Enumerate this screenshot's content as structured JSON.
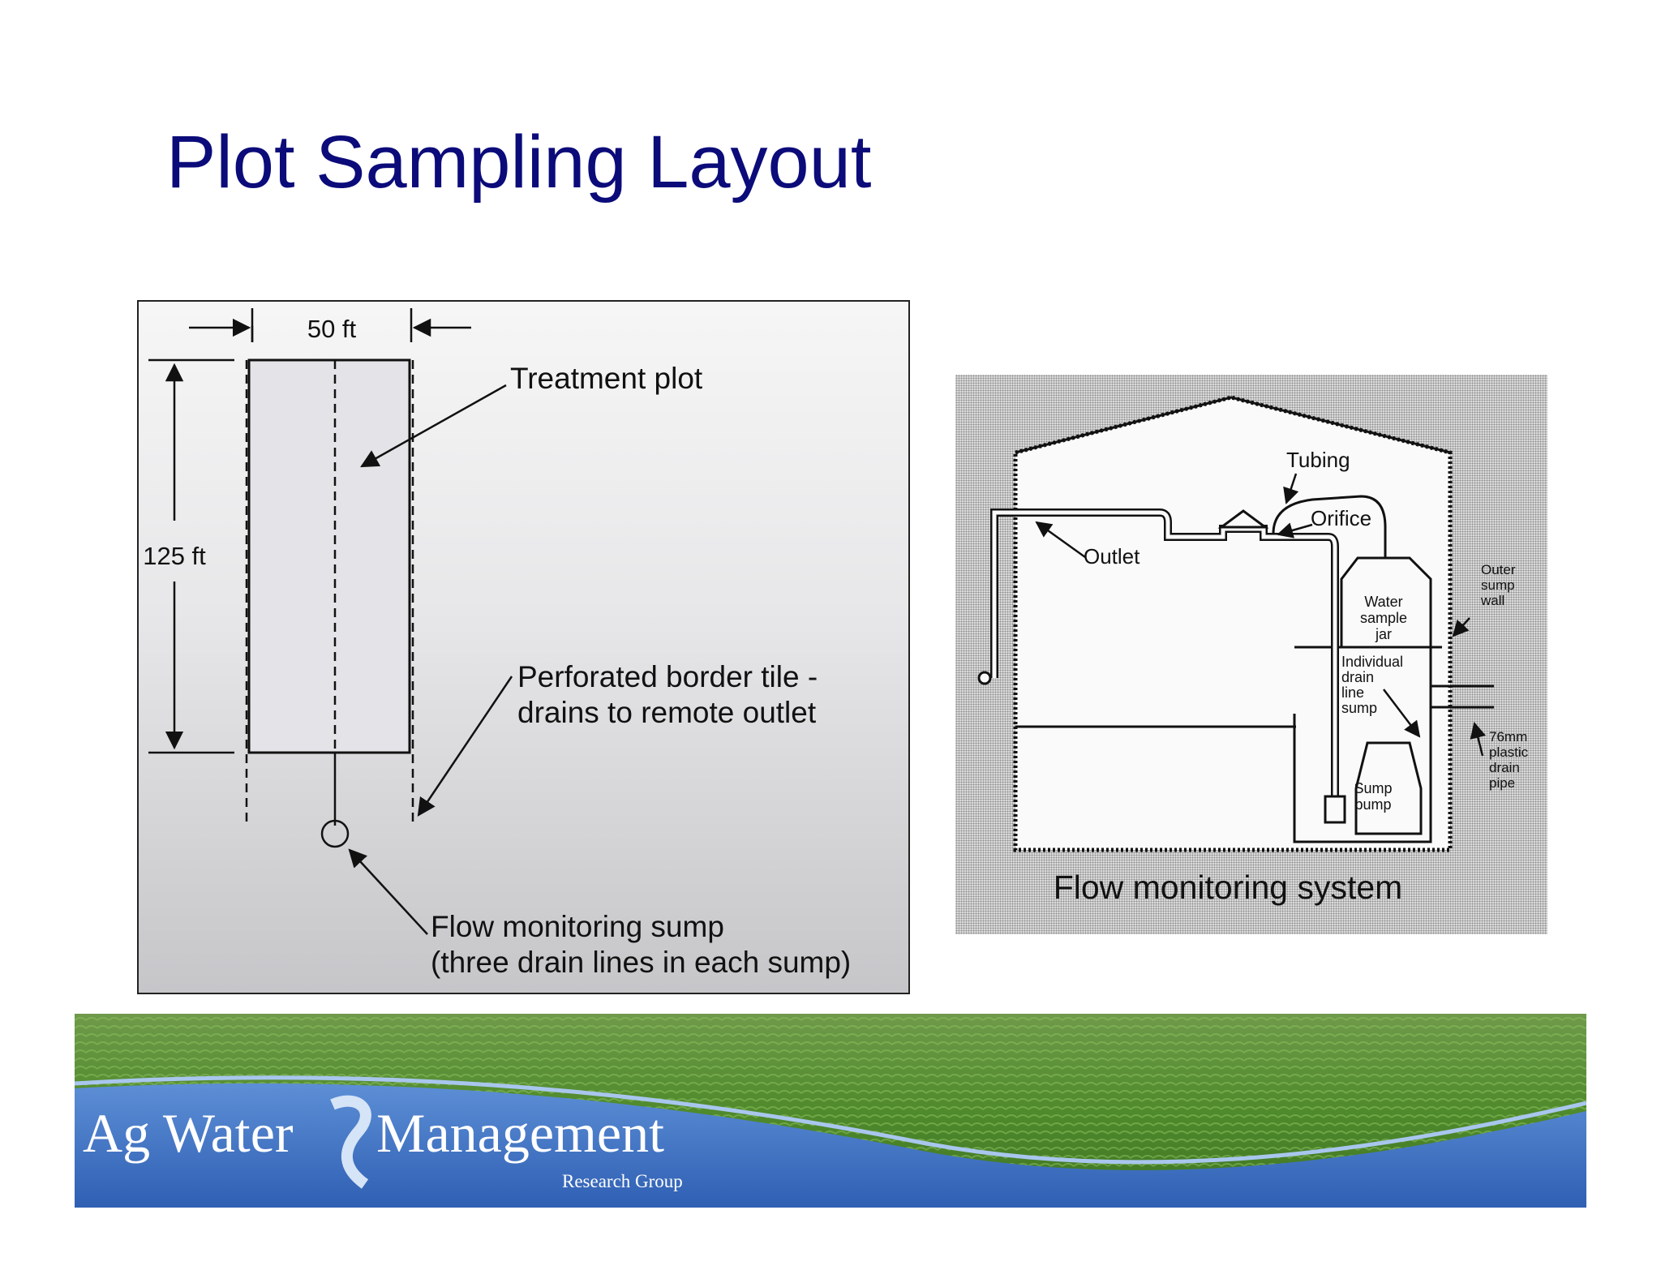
{
  "title": "Plot Sampling Layout",
  "plot_diagram": {
    "width_label": "50 ft",
    "length_label": "125 ft",
    "treatment_plot": "Treatment plot",
    "border_tile_line1": "Perforated border tile -",
    "border_tile_line2": "drains to remote outlet",
    "sump_line1": "Flow monitoring sump",
    "sump_line2": "(three drain lines in each sump)"
  },
  "flow_diagram": {
    "tubing": "Tubing",
    "orifice": "Orifice",
    "outlet": "Outlet",
    "water_jar": [
      "Water",
      "sample",
      "jar"
    ],
    "drain_sump": [
      "Individual",
      "drain",
      "line",
      "sump"
    ],
    "sump_pump": [
      "Sump",
      "pump"
    ],
    "outer_wall": [
      "Outer",
      "sump",
      "wall"
    ],
    "drain_pipe": [
      "76mm",
      "plastic",
      "drain",
      "pipe"
    ],
    "caption": "Flow monitoring system"
  },
  "banner": {
    "brand_ag": "Ag Water",
    "brand_management": "Management",
    "brand_sub": "Research Group"
  },
  "colors": {
    "title": "#0b0b7a",
    "banner_blue": "#2f5fb3",
    "banner_green": "#4f8a2c"
  }
}
